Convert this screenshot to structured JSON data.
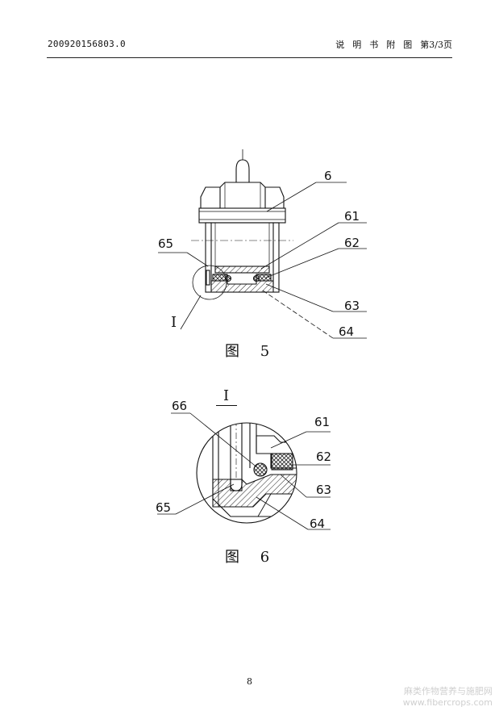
{
  "header": {
    "doc_number": "200920156803.0",
    "section_chars": [
      "说",
      "明",
      "书",
      "附",
      "图"
    ],
    "page_info": "第3/3页"
  },
  "figure5": {
    "caption": "图 5",
    "labels": {
      "l6": "6",
      "l61": "61",
      "l62": "62",
      "l63": "63",
      "l64": "64",
      "l65": "65",
      "detail": "I"
    }
  },
  "figure6": {
    "caption": "图 6",
    "title": "I",
    "labels": {
      "l66": "66",
      "l61": "61",
      "l62": "62",
      "l63": "63",
      "l64": "64",
      "l65": "65"
    }
  },
  "page_number": "8",
  "watermark": {
    "line1": "麻类作物营养与施肥网",
    "line2": "www.fibercrops.com"
  }
}
